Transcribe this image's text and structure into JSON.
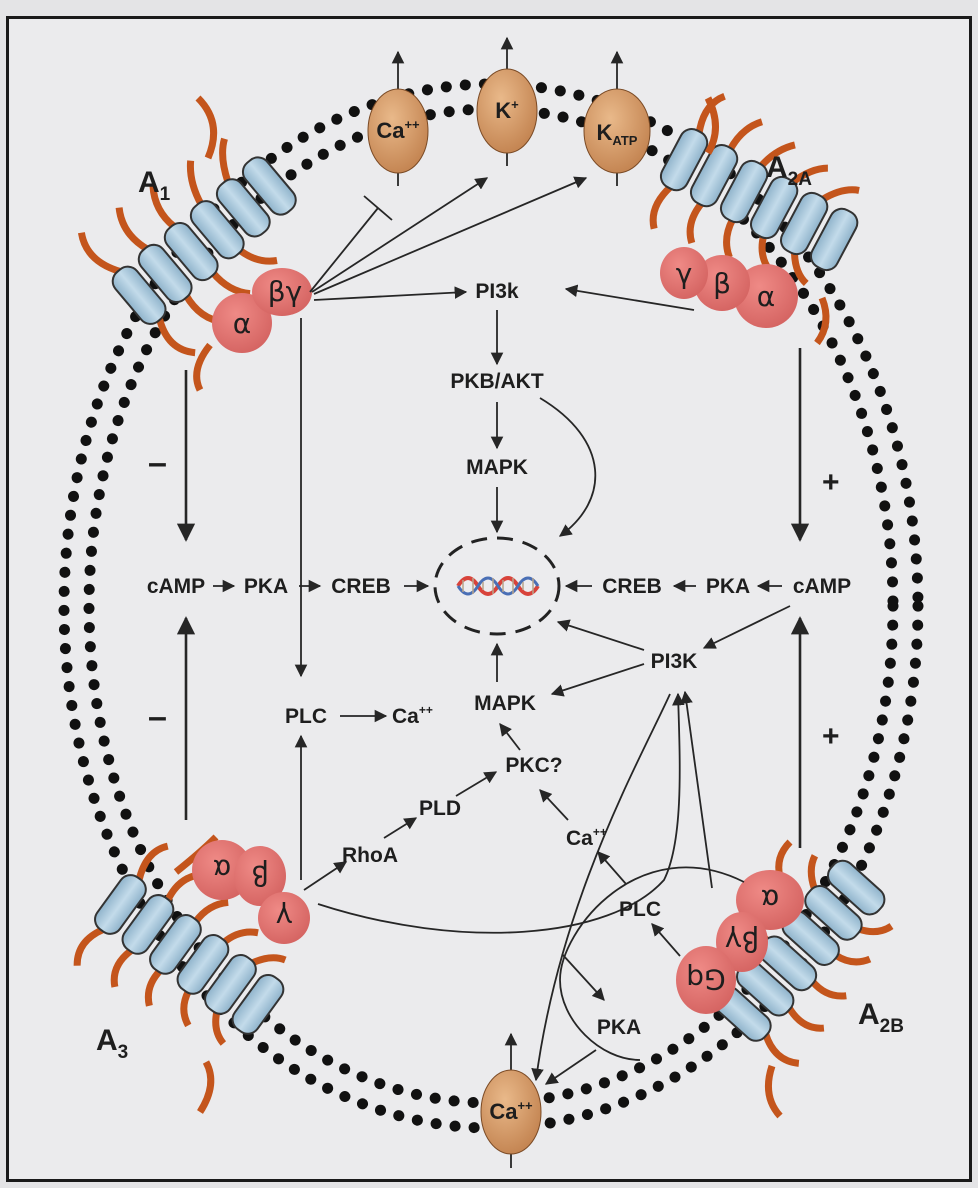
{
  "receptors": {
    "a1": {
      "name": "A",
      "sub": "1"
    },
    "a2a": {
      "name": "A",
      "sub": "2A"
    },
    "a3": {
      "name": "A",
      "sub": "3"
    },
    "a2b": {
      "name": "A",
      "sub": "2B"
    }
  },
  "g_proteins": {
    "alpha": "α",
    "beta": "β",
    "gamma": "γ",
    "beta_gamma": "βγ",
    "gq": "Gq"
  },
  "channels": {
    "ca_top": {
      "base": "Ca",
      "sup": "++"
    },
    "k": {
      "base": "K",
      "sup": "+"
    },
    "katp": {
      "base": "K",
      "sub": "ATP"
    },
    "ca_bottom": {
      "base": "Ca",
      "sup": "++"
    }
  },
  "nodes": {
    "pi3k_top": "PI3k",
    "pkb_akt": "PKB/AKT",
    "mapk_top": "MAPK",
    "camp_left": "cAMP",
    "pka_left": "PKA",
    "creb_left": "CREB",
    "creb_right": "CREB",
    "pka_right": "PKA",
    "camp_right": "cAMP",
    "pi3k_right": "PI3K",
    "mapk_mid": "MAPK",
    "plc_left": "PLC",
    "ca_left": {
      "base": "Ca",
      "sup": "++"
    },
    "pkc": "PKC?",
    "pld": "PLD",
    "rhoa": "RhoA",
    "ca_mid": {
      "base": "Ca",
      "sup": "++"
    },
    "plc_right": "PLC",
    "pka_bottom": "PKA"
  },
  "signs": {
    "minus_upper": "–",
    "minus_lower": "–",
    "plus_upper": "+",
    "plus_lower": "+"
  },
  "colors": {
    "background": "#ebebed",
    "membrane_dots": "#111111",
    "receptor_helix": "#a7c7dc",
    "receptor_loop": "#c4551c",
    "g_protein": "#df6d6b",
    "ion_channel": "#d49b6a"
  }
}
